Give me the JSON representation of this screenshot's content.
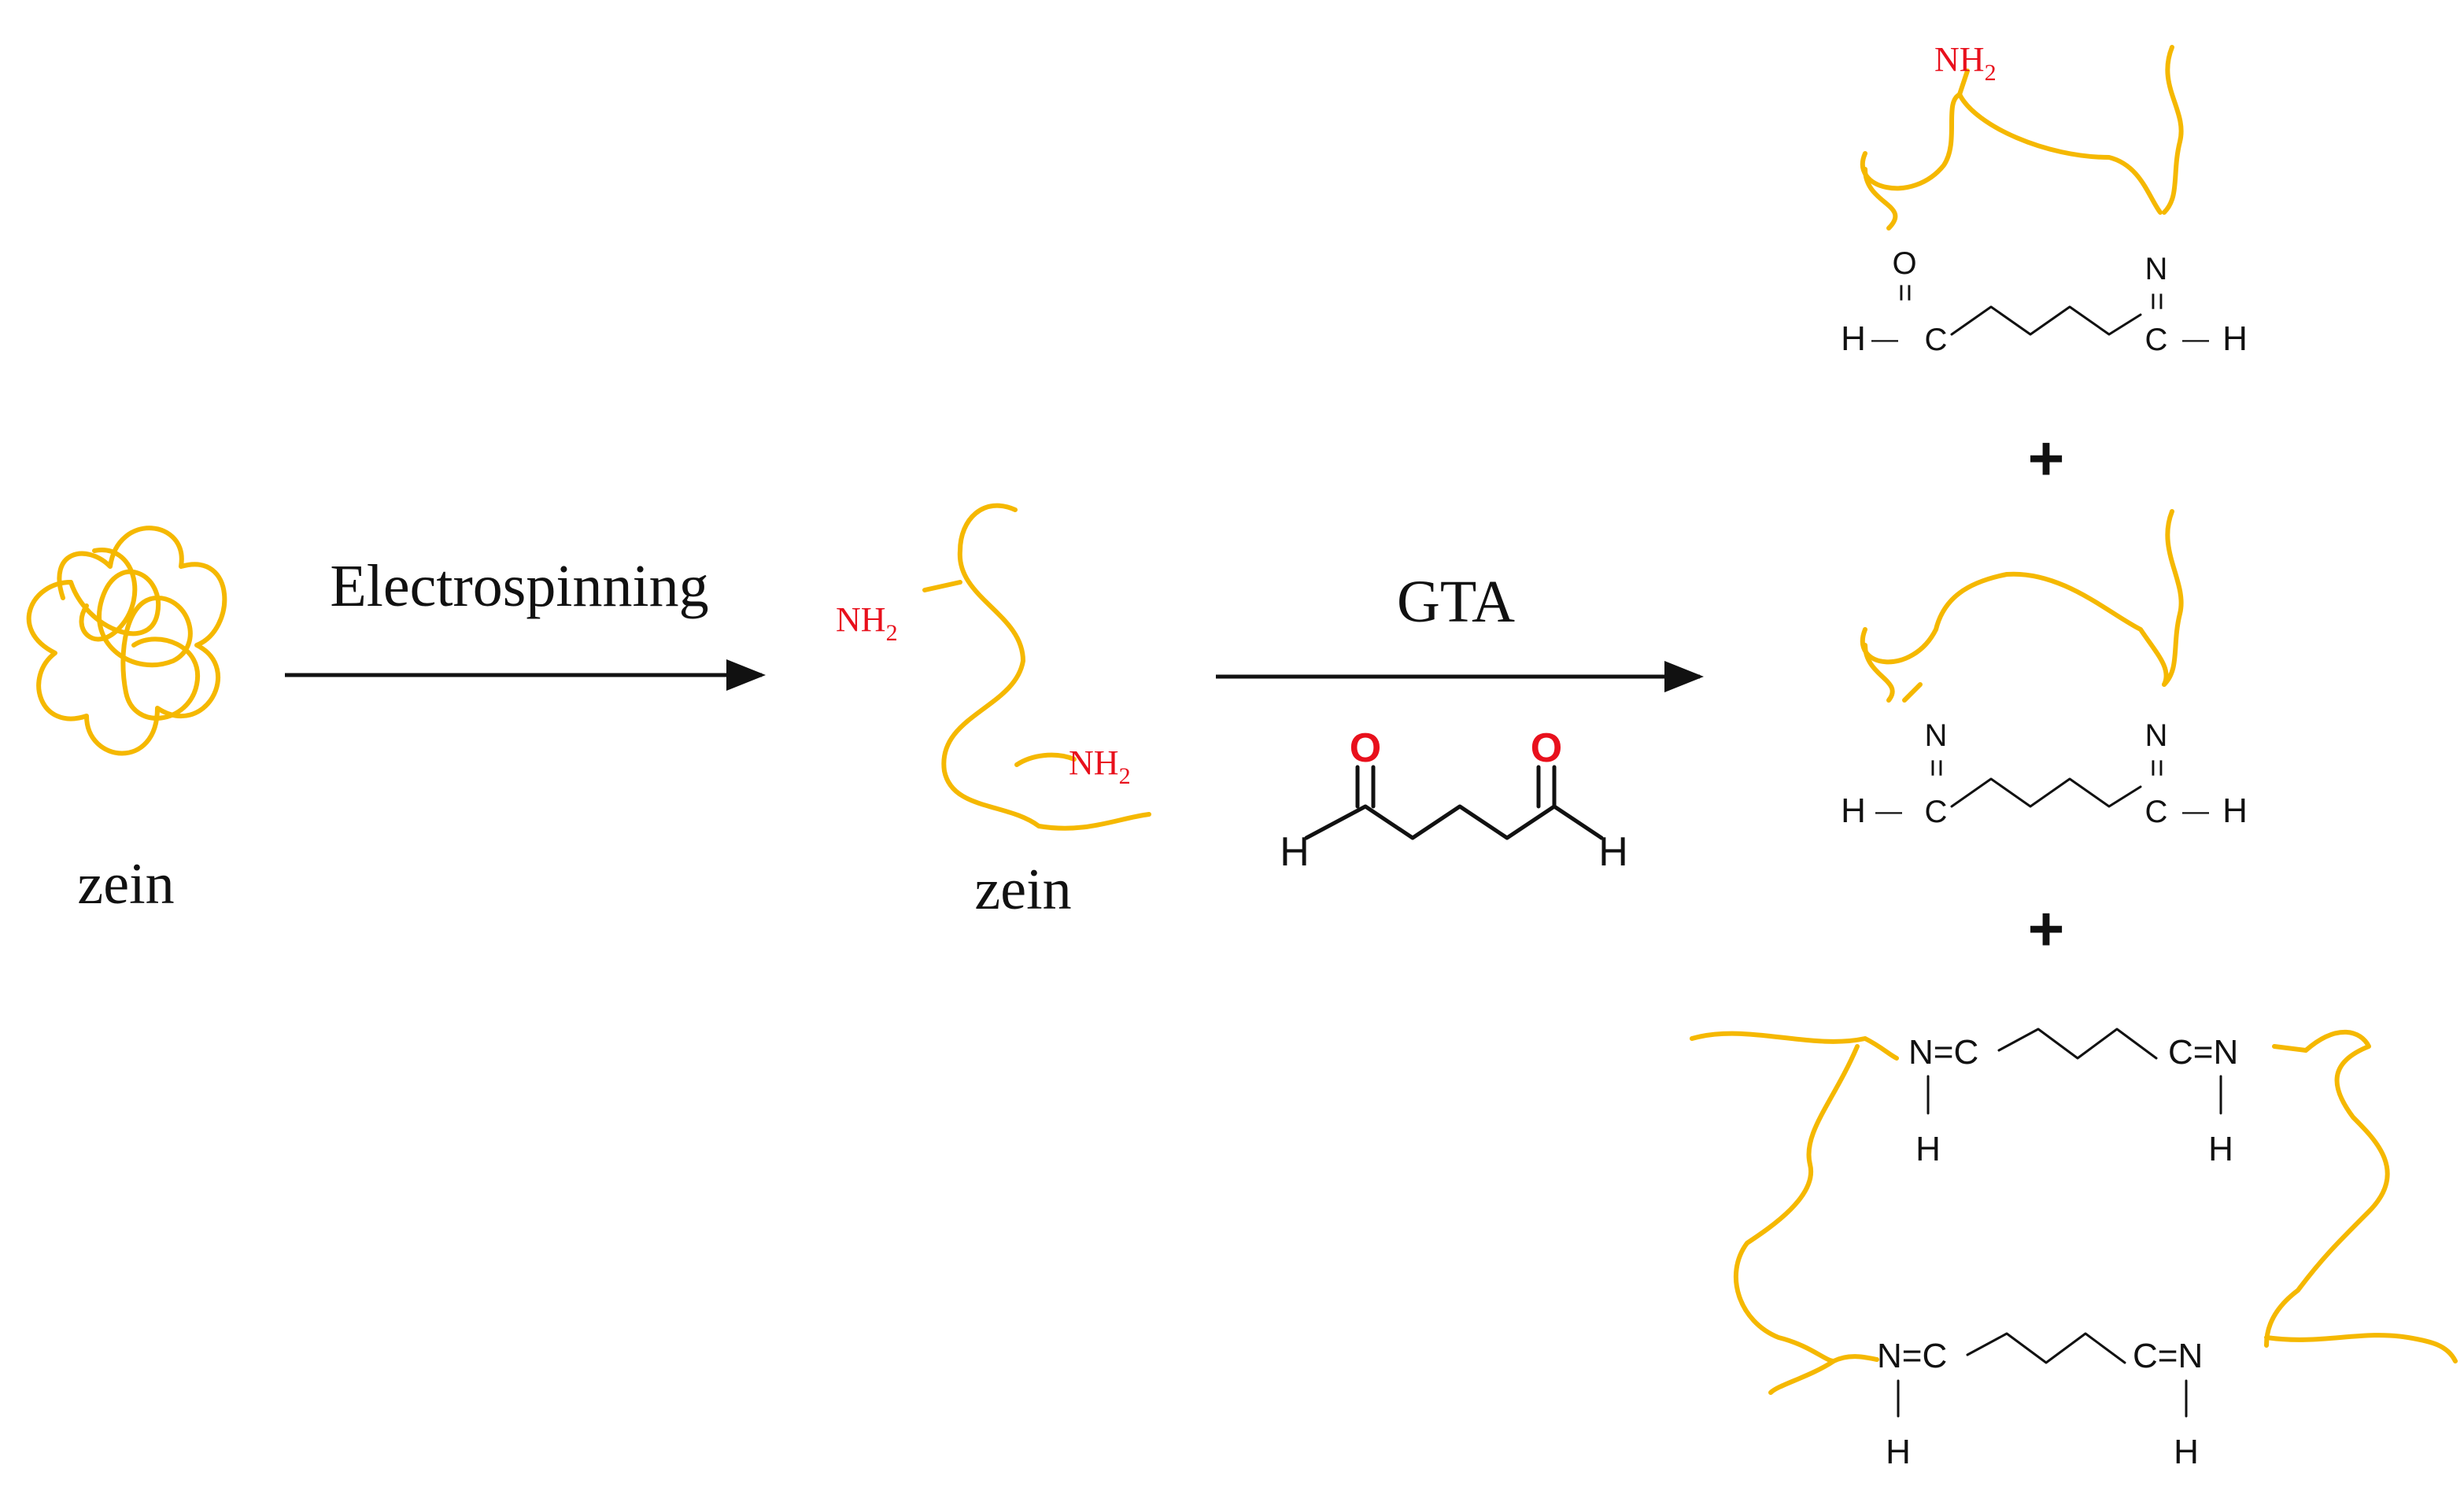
{
  "colors": {
    "chain": "#f5b800",
    "amine": "#e8101c",
    "oxygen": "#e8101c",
    "text": "#111111",
    "background": "#ffffff"
  },
  "labels": {
    "zein_left": "zein",
    "zein_mid": "zein",
    "step1": "Electrospinning",
    "step2": "GTA"
  },
  "groups": {
    "nh2": "NH",
    "nh2_sub": "2"
  },
  "atoms": {
    "H": "H",
    "C": "C",
    "O": "O",
    "N": "N",
    "dash": "—",
    "eq_vertical": "="
  },
  "crosslink": {
    "left_end": "N=C",
    "right_end": "C=N"
  },
  "operators": {
    "plus": "+"
  }
}
